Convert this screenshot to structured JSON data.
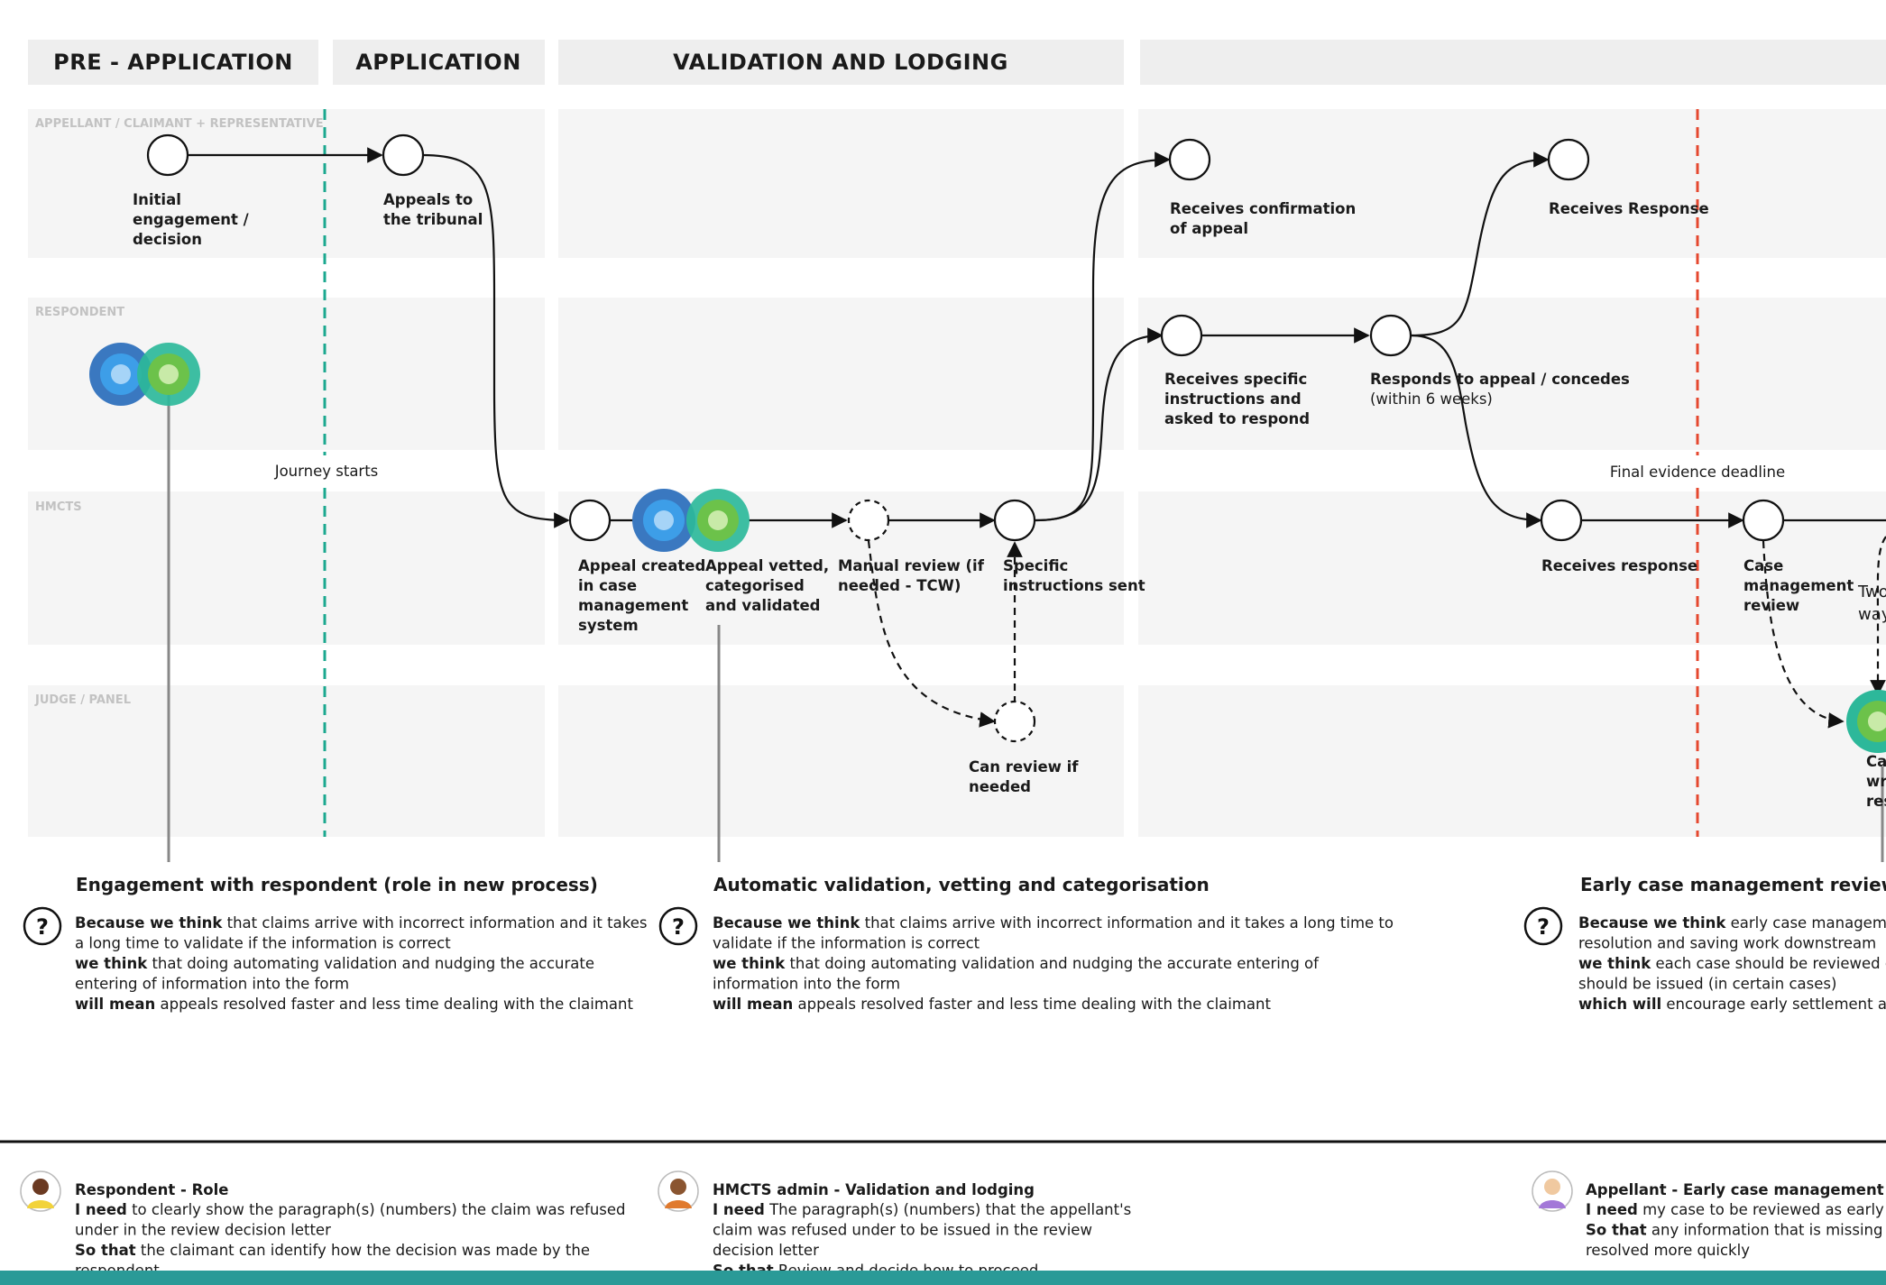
{
  "phases": [
    "PRE - APPLICATION",
    "APPLICATION",
    "VALIDATION AND LODGING",
    ""
  ],
  "lanes": [
    "APPELLANT / CLAIMANT + REPRESENTATIVE",
    "RESPONDENT",
    "HMCTS",
    "JUDGE / PANEL"
  ],
  "markers": {
    "journey_start": "Journey starts",
    "final_deadline": "Final evidence deadline"
  },
  "nodes": {
    "initial": [
      "Initial",
      "engagement /",
      "decision"
    ],
    "appeals": [
      "Appeals to",
      "the tribunal"
    ],
    "confirmation": [
      "Receives confirmation",
      "of appeal"
    ],
    "receives_response_app": [
      "Receives Response"
    ],
    "specific_instructions": [
      "Receives specific",
      "instructions and",
      "asked to respond"
    ],
    "responds": [
      "Responds to appeal / concedes",
      "(within 6 weeks)"
    ],
    "appeal_created": [
      "Appeal created",
      "in case",
      "management",
      "system"
    ],
    "appeal_vetted": [
      "Appeal vetted,",
      "categorised",
      "and validated"
    ],
    "manual_review": [
      "Manual review (if",
      "needed - TCW)"
    ],
    "instructions_sent": [
      "Specific",
      "instructions sent"
    ],
    "receives_response": [
      "Receives response"
    ],
    "case_mgmt": [
      "Case",
      "management",
      "review"
    ],
    "two_way": [
      "Two",
      "way"
    ],
    "can_review": [
      "Can review if",
      "needed"
    ],
    "cut_judge": [
      "Car",
      "wr",
      "res"
    ]
  },
  "hypotheses": [
    {
      "title": "Engagement with respondent (role in new process)",
      "lines": [
        [
          {
            "t": "Because we think",
            "b": true
          },
          {
            "t": " that claims arrive with incorrect information and it takes",
            "b": false
          }
        ],
        [
          {
            "t": "a long time to validate if the information is correct",
            "b": false
          }
        ],
        [
          {
            "t": "we think",
            "b": true
          },
          {
            "t": " that doing automating validation and nudging the accurate",
            "b": false
          }
        ],
        [
          {
            "t": "entering of information into the form",
            "b": false
          }
        ],
        [
          {
            "t": "will mean",
            "b": true
          },
          {
            "t": " appeals resolved faster and less time dealing with the claimant",
            "b": false
          }
        ]
      ]
    },
    {
      "title": "Automatic validation, vetting and categorisation",
      "lines": [
        [
          {
            "t": "Because we think",
            "b": true
          },
          {
            "t": " that claims arrive with incorrect information and it takes a long time to",
            "b": false
          }
        ],
        [
          {
            "t": "validate if the information is correct",
            "b": false
          }
        ],
        [
          {
            "t": "we think",
            "b": true
          },
          {
            "t": " that doing automating validation and nudging the accurate entering of",
            "b": false
          }
        ],
        [
          {
            "t": "information into the form",
            "b": false
          }
        ],
        [
          {
            "t": "will mean",
            "b": true
          },
          {
            "t": " appeals resolved faster and less time dealing with the claimant",
            "b": false
          }
        ]
      ]
    },
    {
      "title": "Early case management review and",
      "lines": [
        [
          {
            "t": "Because we think",
            "b": true
          },
          {
            "t": " early case management is p",
            "b": false
          }
        ],
        [
          {
            "t": "resolution and saving work downstream",
            "b": false
          }
        ],
        [
          {
            "t": "we think",
            "b": true
          },
          {
            "t": " each case should be reviewed early b",
            "b": false
          }
        ],
        [
          {
            "t": "should be issued (in certain cases)",
            "b": false
          }
        ],
        [
          {
            "t": "which will",
            "b": true
          },
          {
            "t": " encourage early settlement and me",
            "b": false
          }
        ]
      ]
    }
  ],
  "stories": [
    {
      "title": "Respondent - Role",
      "lines": [
        [
          {
            "t": "I need",
            "b": true
          },
          {
            "t": " to clearly show the paragraph(s) (numbers) the claim was refused",
            "b": false
          }
        ],
        [
          {
            "t": "under in the review decision letter",
            "b": false
          }
        ],
        [
          {
            "t": "So that",
            "b": true
          },
          {
            "t": " the claimant can identify how the decision was made by the",
            "b": false
          }
        ],
        [
          {
            "t": "respondent",
            "b": false
          }
        ]
      ]
    },
    {
      "title": "HMCTS admin - Validation and lodging",
      "lines": [
        [
          {
            "t": "I need",
            "b": true
          },
          {
            "t": " The paragraph(s) (numbers) that the appellant's",
            "b": false
          }
        ],
        [
          {
            "t": "claim was refused under to be issued in the review",
            "b": false
          }
        ],
        [
          {
            "t": "decision letter",
            "b": false
          }
        ],
        [
          {
            "t": "So that",
            "b": true
          },
          {
            "t": " Review and decide how to proceed",
            "b": false
          }
        ]
      ]
    },
    {
      "title": "Appellant - Early case management",
      "lines": [
        [
          {
            "t": "I need",
            "b": true
          },
          {
            "t": " my case to be reviewed as early as pos",
            "b": false
          }
        ],
        [
          {
            "t": "So that",
            "b": true
          },
          {
            "t": " any information that is missing can b",
            "b": false
          }
        ],
        [
          {
            "t": "resolved more quickly",
            "b": false
          }
        ]
      ]
    }
  ],
  "colors": {
    "lane_bg": "#f5f5f5",
    "header_bg": "#eeeeee",
    "journey_line": "#1ba88f",
    "deadline_line": "#e5482f",
    "blue_dark": "#3a78c0",
    "blue_mid": "#3d9ee8",
    "blue_light": "#a6d4f7",
    "green_dark": "#2db89a",
    "green_mid": "#6cc24a",
    "green_light": "#c8eaa8",
    "bottom_bar": "#2a9a97"
  }
}
